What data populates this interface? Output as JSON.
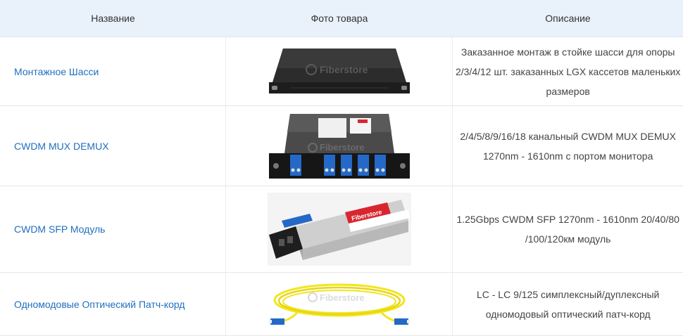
{
  "header": {
    "col_name": "Название",
    "col_photo": "Фото товара",
    "col_desc": "Описание"
  },
  "rows": [
    {
      "name": "Монтажное Шасси",
      "watermark": "Fiberstore",
      "image_icon": "rack-chassis-image",
      "desc": "Заказанное монтаж в стойке шасси для опоры 2/3/4/12 шт. заказанных LGX кассетов маленьких размеров"
    },
    {
      "name": "CWDM MUX DEMUX",
      "watermark": "Fiberstore",
      "image_icon": "cwdm-mux-demux-image",
      "desc": "2/4/5/8/9/16/18 канальный CWDM MUX DEMUX 1270nm - 1610nm с портом монитора"
    },
    {
      "name": "CWDM SFP Модуль",
      "watermark": "Fiberstore",
      "image_icon": "cwdm-sfp-module-image",
      "desc": "1.25Gbps CWDM SFP 1270nm - 1610nm 20/40/80 /100/120км модуль"
    },
    {
      "name": "Одномодовые Оптический Патч-корд",
      "watermark": "Fiberstore",
      "image_icon": "patch-cord-image",
      "desc": "LC - LC 9/125 симплексный/дуплексный одномодовый оптический патч-корд"
    }
  ],
  "colors": {
    "header_bg": "#e9f2fa",
    "link": "#1f6fbf",
    "cable_yellow": "#f2e51b",
    "connector_blue": "#2469c8",
    "label_red": "#d8262f"
  }
}
